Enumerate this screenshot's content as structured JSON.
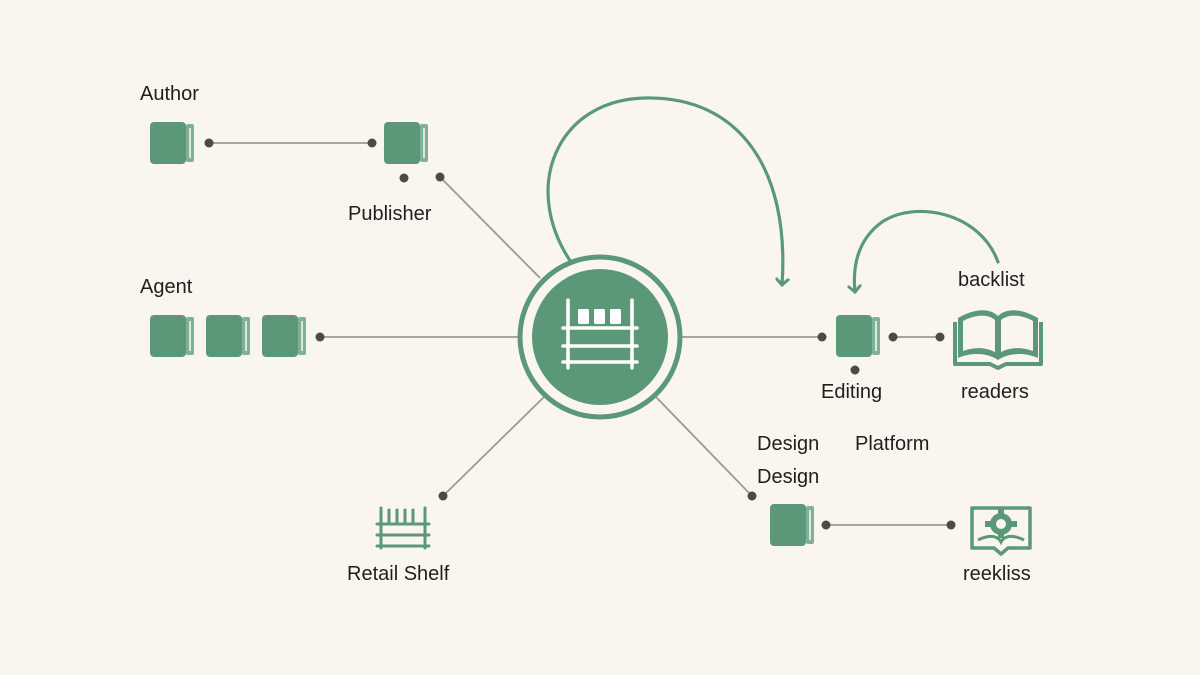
{
  "colors": {
    "background": "#faf6ef",
    "node": "#5a9878",
    "node_light": "#7fb197",
    "connector": "#9a9a94",
    "dot": "#4a4a48",
    "text": "#1f1f1f"
  },
  "labels": {
    "author": "Author",
    "publisher": "Publisher",
    "agent": "Agent",
    "retail_shelf": "Retail Shelf",
    "editing": "Editing",
    "readers": "readers",
    "backlist": "backlist",
    "design_1": "Design",
    "design_2": "Design",
    "platform": "Platform",
    "reekliss": "reekliss"
  },
  "icons": {
    "hub": "bookshelf-icon",
    "book": "book-icon",
    "open_book": "open-book-icon",
    "gear_book": "gear-book-icon",
    "shelf": "shelf-icon"
  }
}
